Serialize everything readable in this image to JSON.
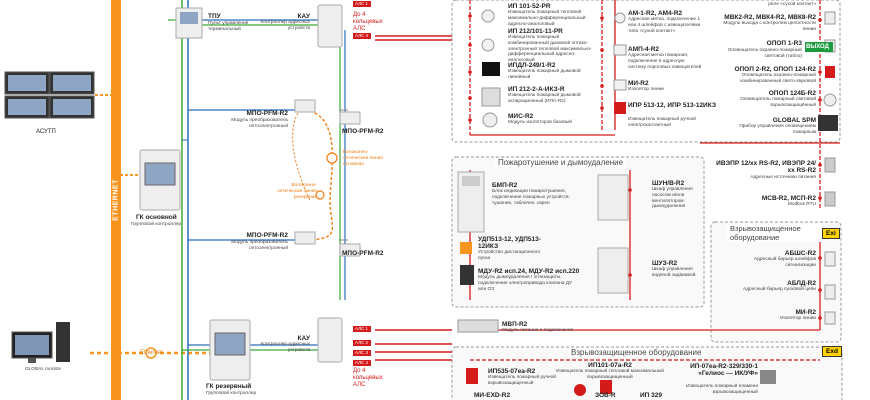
{
  "left": {
    "asutp": "АСУТП",
    "ethernet_vertical": "ETHERNET",
    "ethernet_horizontal": "Ethernet",
    "global_monitor": "GLOBAL monitor"
  },
  "controllers": {
    "tpu_name": "ТПУ",
    "tpu_desc": "Пульт управления терминальный",
    "gk_main_name": "ГК основной",
    "gk_main_desc": "Групповой контроллер",
    "gk_reserve_name": "ГК резервный",
    "gk_reserve_desc": "Групповой контроллер",
    "kau_top_name": "КАУ",
    "kau_top_desc": "Контроллер адресных устройств",
    "kau_top_loops": "До 4 кольцевых АЛС",
    "kau_bottom_name": "КАУ",
    "kau_bottom_desc": "Контроллер адресных устройств",
    "kau_bottom_loops": "До 4 кольцевых АЛС",
    "als_tags": [
      "АЛС 1",
      "АЛС 2",
      "АЛС 3",
      "АЛС 4"
    ]
  },
  "optic": {
    "mpo1_name": "МПО-PFM-R2",
    "mpo1_desc": "Модуль преобразователь оптоэлектронный",
    "mpo2_name": "МПО-PFM-R2",
    "mpo3_name": "МПО-PFM-R2",
    "mpo3_desc": "Модуль преобразователь оптоэлектронный",
    "mpo4_name": "МПО-PFM-R2",
    "main_line": "Волоконно-оптическая линия основная",
    "reserve_line": "Волоконно-оптическая линия резервная"
  },
  "detectors": [
    {
      "name": "ИП 101-52-PR",
      "desc": "Извещатель пожарный тепловой максимально-дифференциальный адресно-аналоговый"
    },
    {
      "name": "ИП 212/101-11-PR",
      "desc": "Извещатель пожарный комбинированный дымовой оптико-электронный тепловой максимально-дифференциальный адресно-аналоговый"
    },
    {
      "name": "ИПДЛ-249/1-R2",
      "desc": "Извещатель пожарный дымовой линейный"
    },
    {
      "name": "ИП 212-2-А-ИКЗ-R",
      "desc": "Извещатель пожарный дымовой аспирационный (ИПА-R2)"
    },
    {
      "name": "МИС-R2",
      "desc": "Модуль изоляторов базовый"
    }
  ],
  "detectors_right": [
    {
      "name": "АМ-1-R2, АМ4-R2",
      "desc": "Адресная метка, подключение 1 или 4 шлейфов с извещателями типа «сухой контакт»"
    },
    {
      "name": "АМП-4-R2",
      "desc": "Адресная метка пожарная, подключение в адресную систему пороговых извещателей"
    },
    {
      "name": "МИ-R2",
      "desc": "Изолятор линии"
    },
    {
      "name": "ИПР 513-12, ИПР 513-12ИКЗ",
      "desc": "Извещатель пожарный ручной электроконтактный"
    }
  ],
  "right_col": [
    {
      "name": "реле «сухой контакт»",
      "desc": ""
    },
    {
      "name": "МВК2-R2, МВК4-R2, МВК8-R2",
      "desc": "Модуль выхода с контролем целостности линии"
    },
    {
      "name": "ОПОП 1-R3",
      "desc": "Оповещатель охранно-пожарный световой (табло)"
    },
    {
      "name": "ОПОП 2-R2, ОПОП 124-R2",
      "desc": "Оповещатель охранно-пожарный комбинированный свето-звуковой"
    },
    {
      "name": "ОПОП 124Б-R2",
      "desc": "Оповещатель пожарный световой взрывозащищённый"
    },
    {
      "name": "GLOBAL SPM",
      "desc": "Прибор управления оповещением пожарным"
    },
    {
      "name": "ИВЭПР 12/хх RS-R2, ИВЭПР 24/хх RS-R2",
      "desc": "Адресные источники питания"
    },
    {
      "name": "МСВ-R2, МСП-R2",
      "desc": "Modbus RTU"
    }
  ],
  "exit_sign": "ВЫХОД",
  "sections": {
    "fire_ext": "Пожаротушение и дымоудаление",
    "explosion_top": "Взрывозащищенное оборудование",
    "explosion_bottom": "Взрывозащищенное оборудование",
    "exi_tag": "Exi",
    "exd_tag": "Exd"
  },
  "fire_ext_items": [
    {
      "name": "БМП-R2",
      "desc": "Блок индикации пожаротушения, подключение пожарных устройств: тушение, табличек, сирен"
    },
    {
      "name": "УДП513-12, УДП513-12ИКЗ",
      "desc": "Устройство дистанционного пуска"
    },
    {
      "name": "МДУ-R2 исп.24, МДУ-R2 исп.220",
      "desc": "Модуль дымоудаления / огнезащиты, подключение электропривода клапана ДУ или ОЗ"
    },
    {
      "name": "ШУН/В-R2",
      "desc": "Шкаф управления насосом и/или вентилятором дымоудаления"
    },
    {
      "name": "ШУЗ-R2",
      "desc": "Шкаф управления водяной задвижкой"
    }
  ],
  "exi_items": [
    {
      "name": "АБШС-R2",
      "desc": "Адресный барьер шлейфов сигнализации"
    },
    {
      "name": "АБЛД-R2",
      "desc": "Адресный барьер пусковой цепи"
    },
    {
      "name": "МИ-R2",
      "desc": "Изолятор линии"
    }
  ],
  "mvp": {
    "name": "МВП-R2",
    "desc": "Модуль питания и подключения"
  },
  "exd_items": [
    {
      "name": "ИП535-07еа-R2",
      "desc": "Извещатель пожарный ручной взрывозащищенный"
    },
    {
      "name": "ИП101-07а-R2",
      "desc": "Извещатель пожарный тепловой максимальный взрывозащищенный"
    },
    {
      "name": "ЗОВ-R",
      "desc": ""
    },
    {
      "name": "ИП 329",
      "desc": ""
    },
    {
      "name": "ИП-07еа-R2-329/330-1 «Гелиос — ИК/УФ»",
      "desc": "Извещатель пожарный пламени взрывозащищенный"
    },
    {
      "name": "МИ-ЕХD-R2",
      "desc": ""
    }
  ],
  "colors": {
    "ethernet": "#f7941d",
    "als_red": "#d41b1b",
    "fiber_orange": "#ee7d10",
    "bus_green": "#3aa935",
    "bus_blue": "#2a6ebb",
    "grey_frame": "#9a9a9a"
  }
}
